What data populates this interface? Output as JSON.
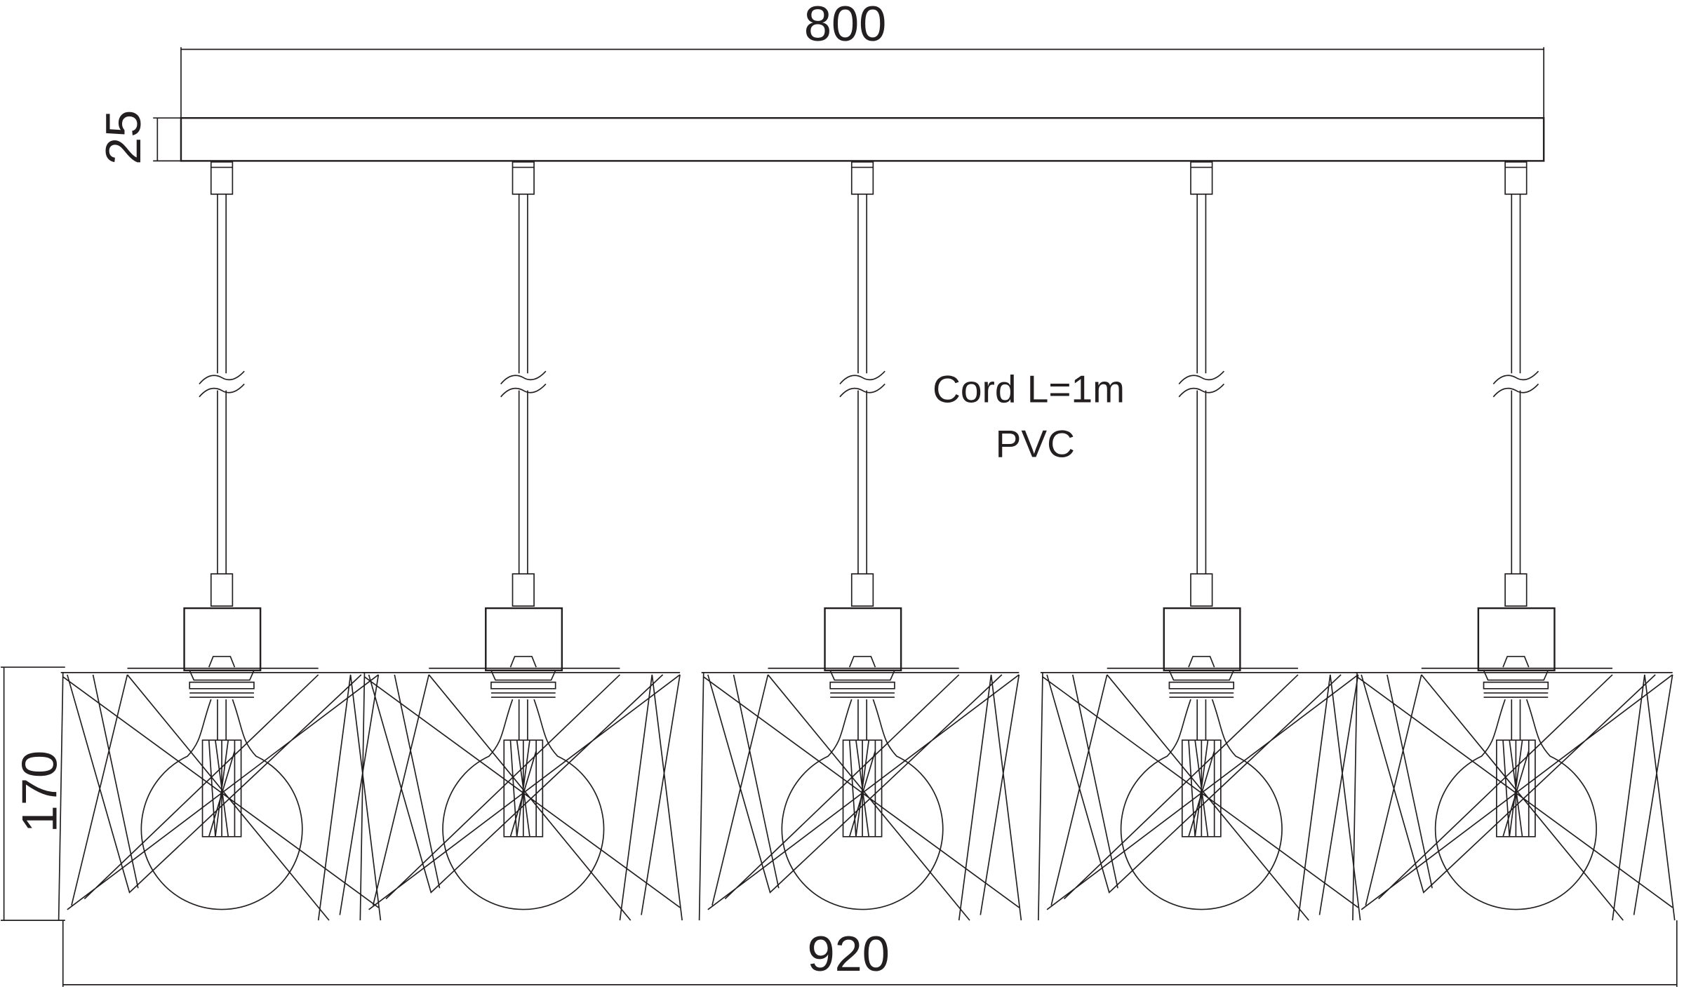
{
  "dimensions": {
    "canopy_length": "800",
    "canopy_height": "25",
    "shade_height": "170",
    "overall_width": "920"
  },
  "annotation": {
    "cord_length": "Cord L=1m",
    "cord_material": "PVC"
  },
  "pendant_count": 5,
  "colors": {
    "line": "#231f20",
    "background": "#ffffff"
  }
}
